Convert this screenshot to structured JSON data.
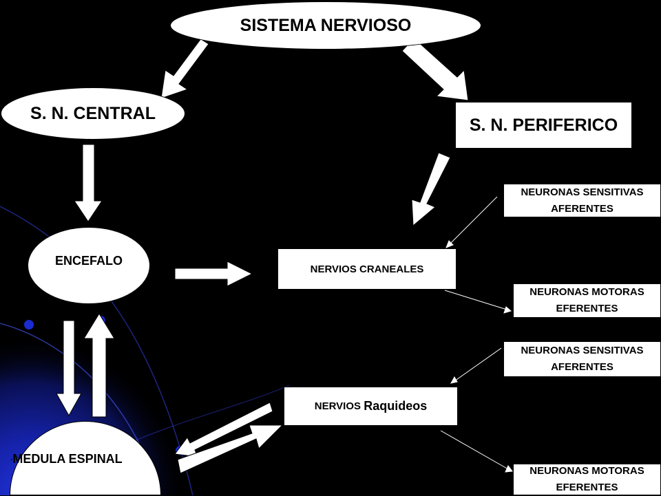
{
  "nodes": {
    "root": "SISTEMA NERVIOSO",
    "central": "S. N. CENTRAL",
    "periferico": "S. N. PERIFERICO",
    "encefalo": "ENCEFALO",
    "medula": "MEDULA ESPINAL",
    "medula_prefix": ",",
    "craneales": "NERVIOS CRANEALES",
    "raquideos_prefix": "NERVIOS ",
    "raquideos_suffix": "Raquideos",
    "sens1_line1": "NEURONAS SENSITIVAS",
    "sens1_line2": "AFERENTES",
    "mot1_line1": "NEURONAS MOTORAS",
    "mot1_line2": "EFERENTES",
    "sens2_line1": "NEURONAS SENSITIVAS",
    "sens2_line2": "AFERENTES",
    "mot2_line1": "NEURONAS MOTORAS",
    "mot2_line2": "EFERENTES"
  },
  "colors": {
    "background": "#000000",
    "accent_blue": "#1a2bd0",
    "node_fill": "#ffffff",
    "text": "#000000"
  }
}
